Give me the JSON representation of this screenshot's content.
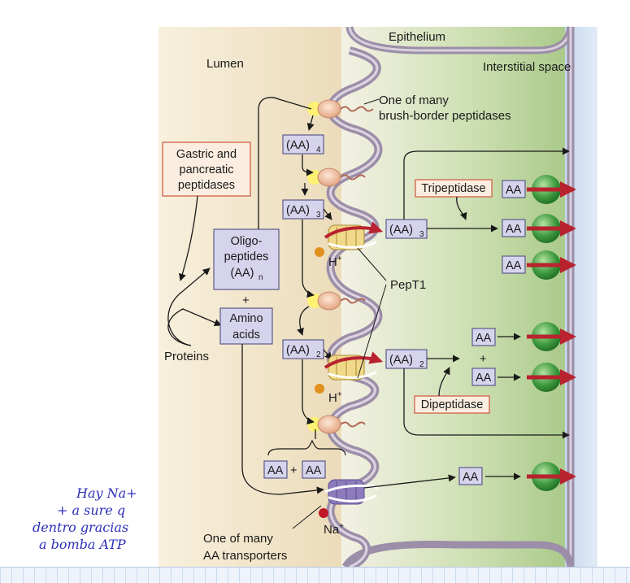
{
  "regions": {
    "lumen": "Lumen",
    "epithelium": "Epithelium",
    "interstitial": "Interstitial space"
  },
  "labels": {
    "peptidase_note_line1": "One of many",
    "peptidase_note_line2": "brush-border peptidases",
    "gastric_line1": "Gastric and",
    "gastric_line2": "pancreatic",
    "gastric_line3": "peptidases",
    "proteins": "Proteins",
    "oligo_line1": "Oligo-",
    "oligo_line2": "peptides",
    "oligo_line3": "(AA)",
    "oligo_sub": "n",
    "plus": "+",
    "amino_line1": "Amino",
    "amino_line2": "acids",
    "pept1": "PepT1",
    "h_plus": "H",
    "na_plus": "Na",
    "ion_sup": "+",
    "transporter_line1": "One of many",
    "transporter_line2": "AA transporters",
    "tripeptidase": "Tripeptidase",
    "dipeptidase": "Dipeptidase",
    "aa": "AA",
    "aa_paren": "(AA)",
    "sub4": "4",
    "sub3": "3",
    "sub2": "2"
  },
  "handwritten_note": {
    "lines": [
      "Hay Na+",
      "+ a sure q",
      "dentro gracias",
      "a bomba ATP"
    ]
  },
  "colors": {
    "lumen": "#efe3c9",
    "cell": "#e4ecd0",
    "interstitial": "#cfdcee",
    "membrane": "#9c8ea8",
    "peptidase": "#f3c9b0",
    "pept1_transporter": "#f0d98a",
    "aa_transporter": "#8c7bbd",
    "exit_channel": "#3c9a3c",
    "exit_arrow": "#b8232f",
    "proton": "#e0901c",
    "sodium": "#c01829",
    "enzyme_box_border": "#d36b50"
  }
}
